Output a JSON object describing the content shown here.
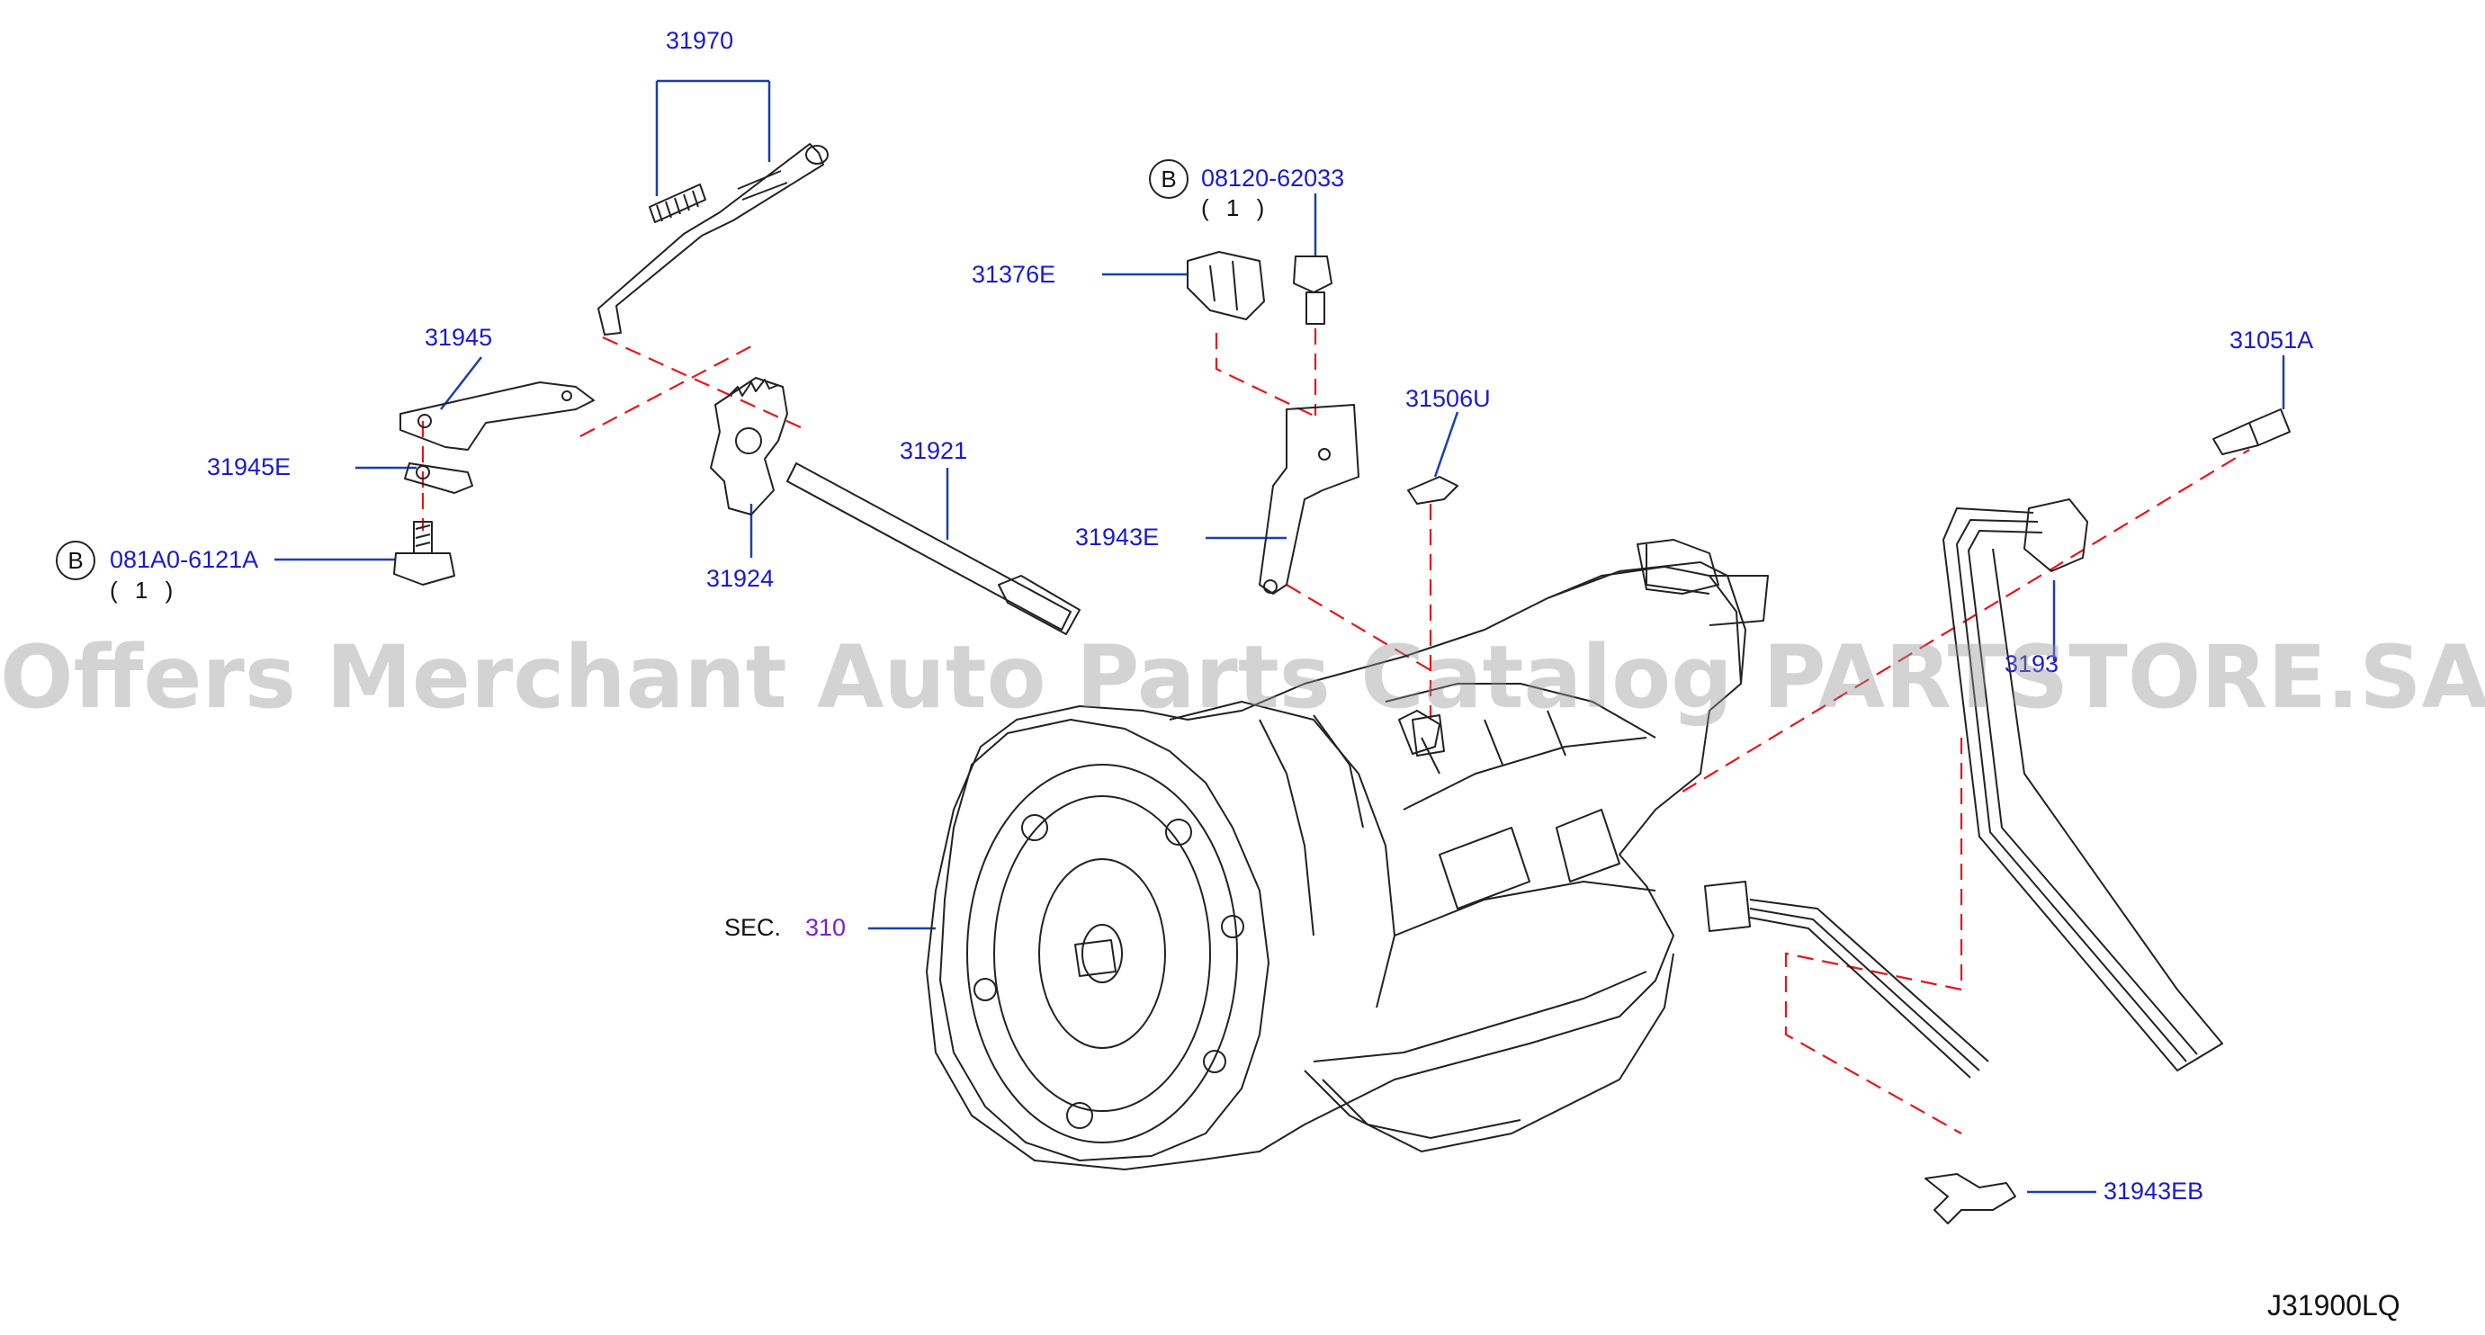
{
  "watermark": "Offers Merchant Auto Parts Catalog PARTSTORE.SA",
  "diagram_code": "J31900LQ",
  "section_ref": {
    "prefix": "SEC.",
    "number": "310"
  },
  "parts": {
    "p31970": "31970",
    "p31945": "31945",
    "p31945E": "31945E",
    "p31924": "31924",
    "p31921": "31921",
    "p31376E": "31376E",
    "p31943E": "31943E",
    "p31506U": "31506U",
    "p31051A": "31051A",
    "p3193x": "3193",
    "p31943EB": "31943EB"
  },
  "bolts": {
    "b1": {
      "mark": "B",
      "number": "08120-62033",
      "qty": "( 1 )"
    },
    "b2": {
      "mark": "B",
      "number": "081A0-6121A",
      "qty": "( 1 )"
    }
  },
  "colors": {
    "label": "#1a1ad0",
    "leader": "#1a3fae",
    "dash": "#e8141b",
    "section": "#7a22c8",
    "line": "#222222"
  }
}
